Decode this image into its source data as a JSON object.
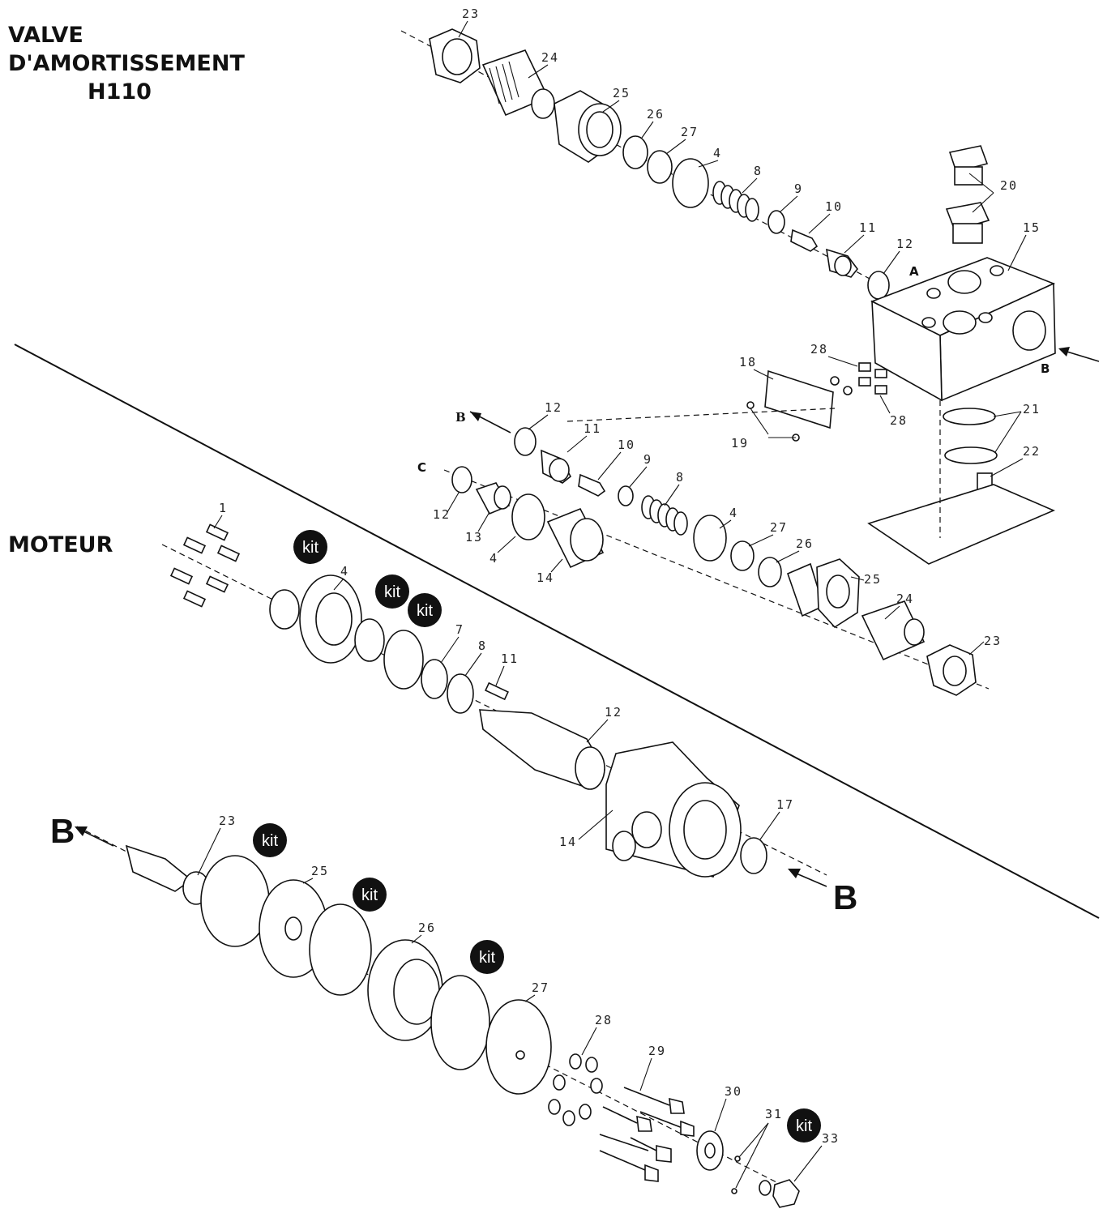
{
  "titles": {
    "valve_line1": "VALVE",
    "valve_line2": "D'AMORTISSEMENT",
    "valve_line3": "H110",
    "motor": "MOTEUR"
  },
  "kit_label": "kit",
  "port_labels": {
    "a": "A",
    "b": "B",
    "c": "C"
  },
  "flow_labels": {
    "b": "B"
  },
  "valve_callouts": {
    "c23_top": "23",
    "c24_top": "24",
    "c25_top": "25",
    "c26_top": "26",
    "c27_top": "27",
    "c4_top": "4",
    "c8_top": "8",
    "c9_top": "9",
    "c10_top": "10",
    "c11_top": "11",
    "c12_top": "12",
    "c20": "20",
    "c15": "15",
    "c28_a": "28",
    "c28_b": "28",
    "c18": "18",
    "c19": "19",
    "c21": "21",
    "c22": "22",
    "c12_bot": "12",
    "c11_bot": "11",
    "c10_bot": "10",
    "c9_bot": "9",
    "c8_bot": "8",
    "c12_bot2": "12",
    "c13": "13",
    "c4_bot": "4",
    "c14_valve": "14",
    "c4_bot2": "4",
    "c27_bot": "27",
    "c26_bot": "26",
    "c25_bot": "25",
    "c24_bot": "24",
    "c23_bot": "23"
  },
  "motor_callouts": {
    "m1": "1",
    "m4": "4",
    "m7": "7",
    "m8": "8",
    "m11": "11",
    "m12": "12",
    "m14": "14",
    "m17": "17",
    "m23": "23",
    "m25": "25",
    "m26": "26",
    "m27": "27",
    "m28": "28",
    "m29": "29",
    "m30": "30",
    "m31": "31",
    "m33": "33"
  }
}
